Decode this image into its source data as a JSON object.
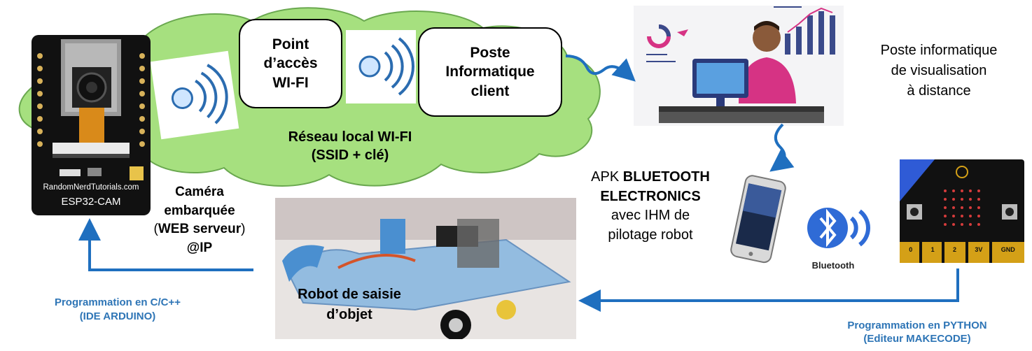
{
  "colors": {
    "cloud": "#a6e07f",
    "cloud_border": "#6aa84f",
    "arrow": "#1f6fbf",
    "label_blue": "#2e75b6",
    "wifi": "#2b6cb0",
    "bluetooth": "#2f6bd6",
    "microbit_pad": "#d4a017"
  },
  "network": {
    "access_point": "Point\nd’accès\nWI-FI",
    "client": "Poste\nInformatique\nclient",
    "lan_label": "Réseau local WI-FI\n(SSID + clé)"
  },
  "esp32": {
    "board_brand": "RandomNerdTutorials.com",
    "board_model": "ESP32-CAM"
  },
  "camera": {
    "line1": "Caméra",
    "line2": "embarquée",
    "paren_open": "(",
    "server": "WEB serveur",
    "paren_close": ")",
    "ip": "@IP"
  },
  "remote_station": "Poste informatique\nde visualisation\nà distance",
  "apk": {
    "prefix": "APK ",
    "bold1": "BLUETOOTH",
    "bold2": "ELECTRONICS",
    "rest": "avec IHM de\npilotage robot"
  },
  "bluetooth_label": "Bluetooth",
  "robot_label": "Robot de saisie\nd’objet",
  "programming_c": "Programmation en C/C++\n(IDE ARDUINO)",
  "programming_python": "Programmation en PYTHON\n(Editeur MAKECODE)",
  "microbit": {
    "pins": [
      "0",
      "1",
      "2",
      "3V",
      "GND"
    ]
  },
  "icons": [
    "wifi-icon",
    "bluetooth-icon",
    "smartphone-icon",
    "person-computer-icon",
    "bar-chart-icon",
    "pie-chart-icon",
    "microbit-board",
    "esp32-cam-board",
    "robot-photo"
  ]
}
